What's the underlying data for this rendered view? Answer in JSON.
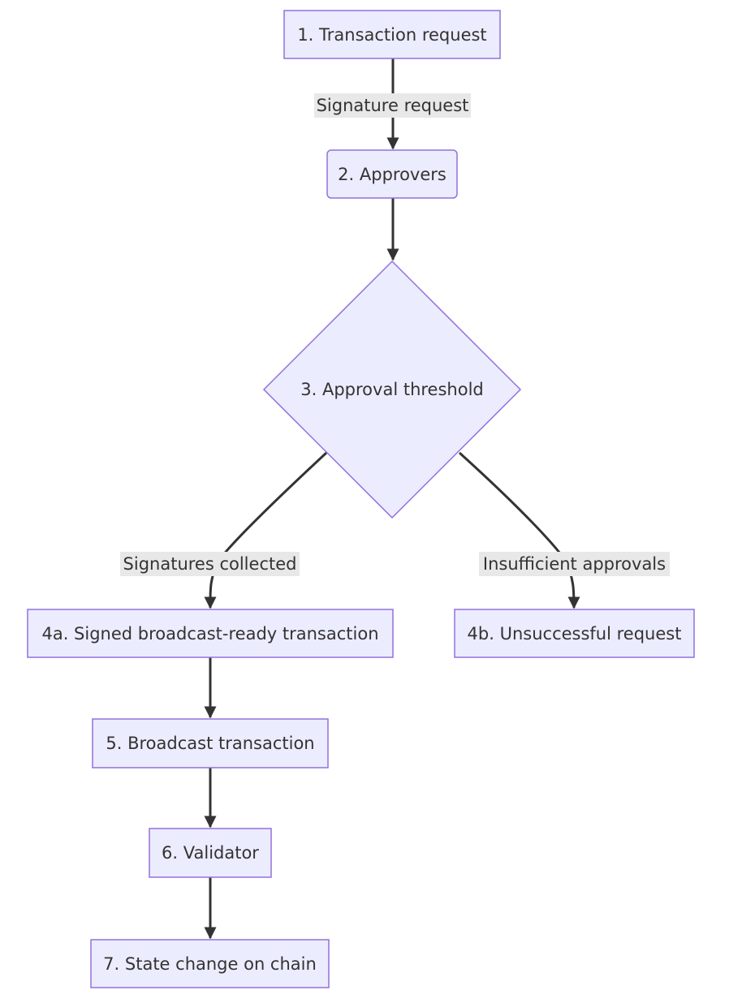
{
  "diagram": {
    "nodes": {
      "n1": "1. Transaction request",
      "n2": "2. Approvers",
      "n3": "3. Approval threshold",
      "n4a": "4a. Signed broadcast-ready transaction",
      "n4b": "4b. Unsuccessful request",
      "n5": "5. Broadcast transaction",
      "n6": "6. Validator",
      "n7": "7. State change on chain"
    },
    "edges": {
      "e1_2": "Signature request",
      "e3_4a": "Signatures collected",
      "e3_4b": "Insufficient approvals"
    },
    "colors": {
      "node_fill": "#ececff",
      "node_stroke": "#9370db",
      "edge": "#333333",
      "label_bg": "#e8e8e8"
    }
  }
}
